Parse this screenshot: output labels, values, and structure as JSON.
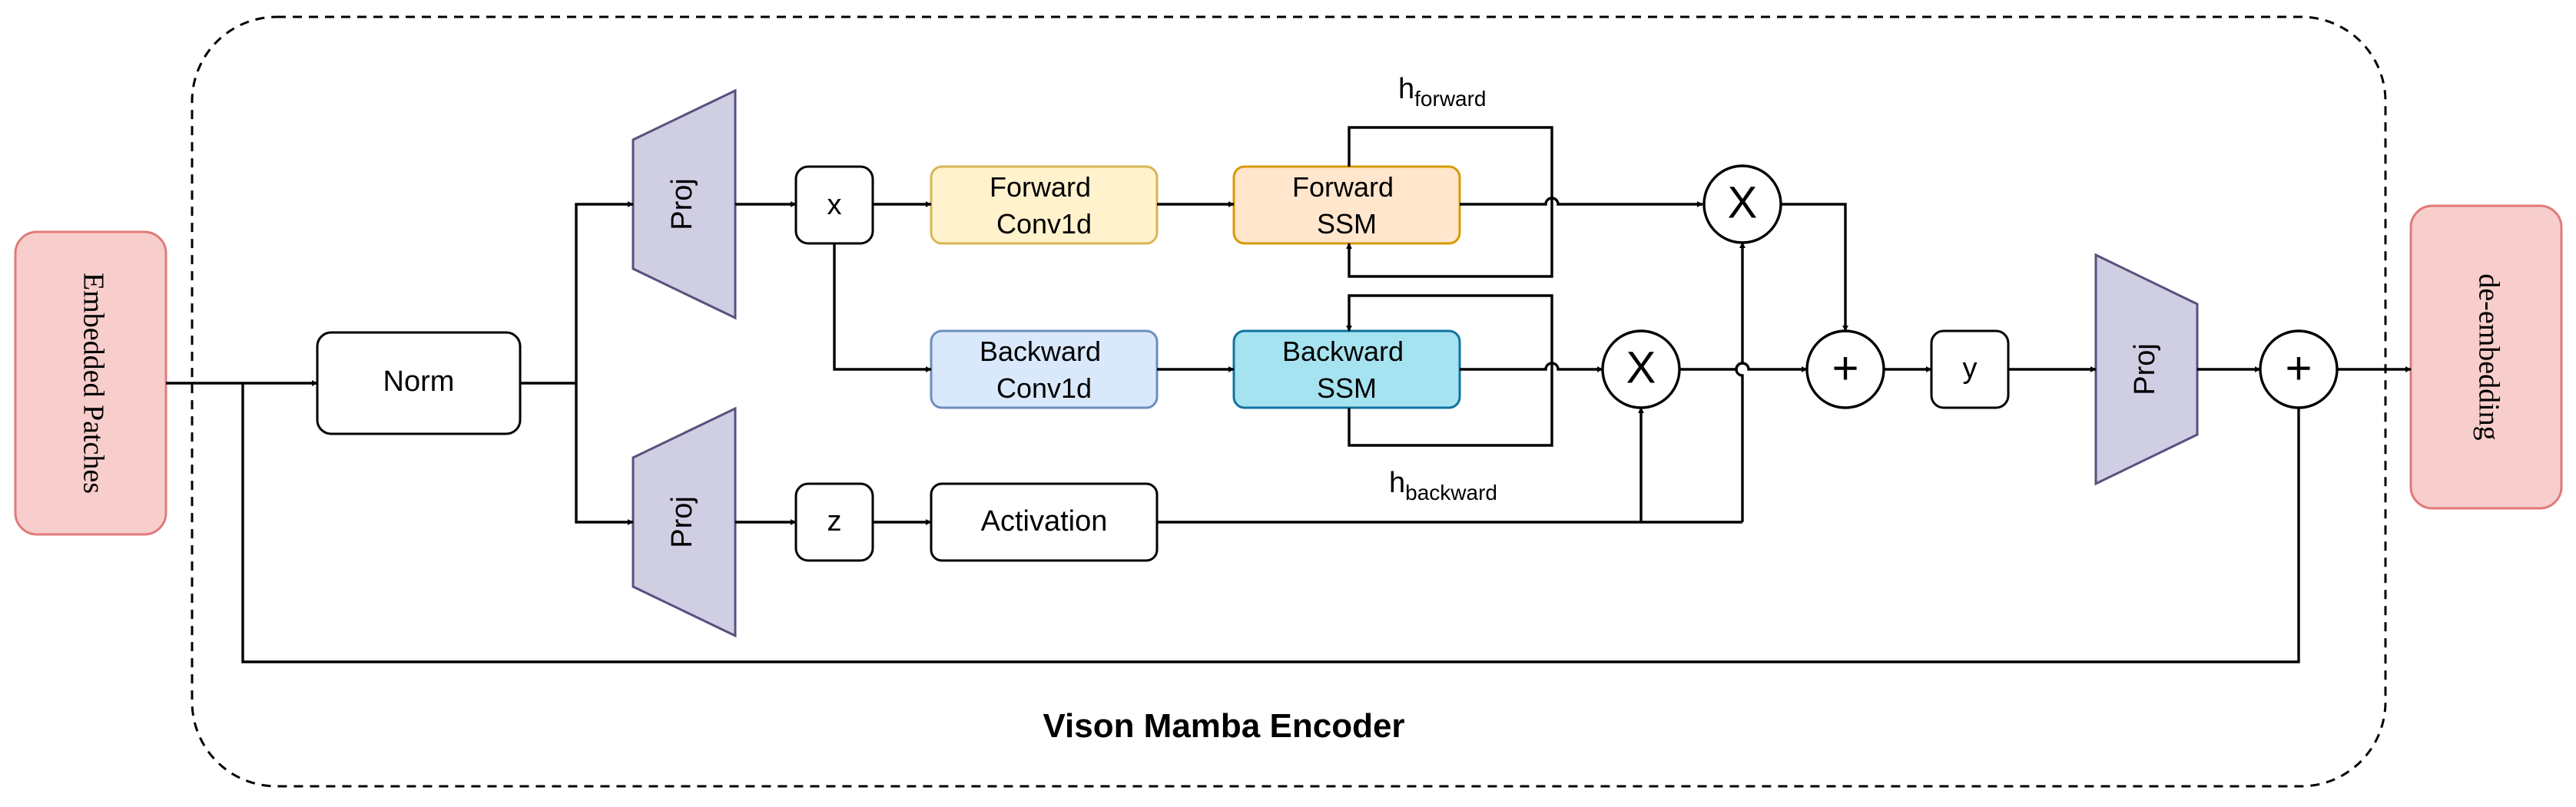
{
  "encoder": {
    "title": "Vison Mamba Encoder"
  },
  "inputs": {
    "embedded_patches": "Embedded Patches"
  },
  "outputs": {
    "de_embedding": "de-embedding"
  },
  "blocks": {
    "norm": "Norm",
    "proj_top": "Proj",
    "proj_bottom": "Proj",
    "proj_out": "Proj",
    "x": "x",
    "z": "z",
    "y": "y",
    "forward_conv": [
      "Forward",
      "Conv1d"
    ],
    "backward_conv": [
      "Backward",
      "Conv1d"
    ],
    "forward_ssm": [
      "Forward",
      "SSM"
    ],
    "backward_ssm": [
      "Backward",
      "SSM"
    ],
    "activation": "Activation"
  },
  "states": {
    "h_forward": {
      "base": "h",
      "sub": "forward"
    },
    "h_backward": {
      "base": "h",
      "sub": "backward"
    }
  },
  "operators": {
    "multiply": "X",
    "add": "+"
  },
  "colors": {
    "input_fill": "#f8cecc",
    "input_stroke": "#e07a7a",
    "proj_fill": "#d0cee2",
    "proj_stroke": "#56517e",
    "fwd_conv_fill": "#fff2cc",
    "fwd_conv_stroke": "#d6b656",
    "fwd_ssm_fill": "#ffe6cc",
    "fwd_ssm_stroke": "#d79b00",
    "bwd_conv_fill": "#dae8fc",
    "bwd_conv_stroke": "#6c8ebf",
    "bwd_ssm_fill": "#a6e3f0",
    "bwd_ssm_stroke": "#10739e"
  }
}
